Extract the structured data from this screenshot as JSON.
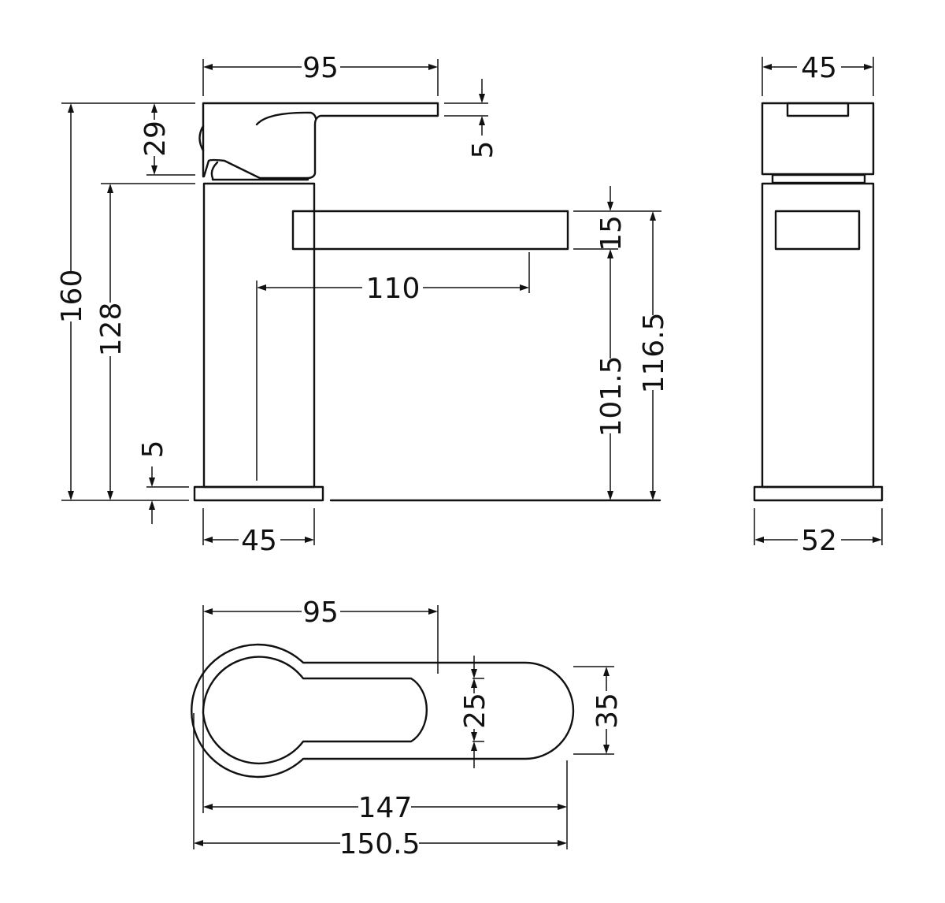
{
  "front_view": {
    "overall_height": "160",
    "body_height": "128",
    "lever_height": "29",
    "lever_thickness": "5",
    "spout_thickness": "15",
    "spout_reach": "110",
    "spout_outlet_height": "101.5",
    "spout_top_height": "116.5",
    "base_thickness": "5",
    "body_width": "45",
    "lever_length": "95"
  },
  "side_view": {
    "top_width": "45",
    "base_width": "52"
  },
  "top_view": {
    "lever_length": "95",
    "lever_width": "25",
    "spout_width": "35",
    "spout_length": "147",
    "overall_length": "150.5"
  }
}
